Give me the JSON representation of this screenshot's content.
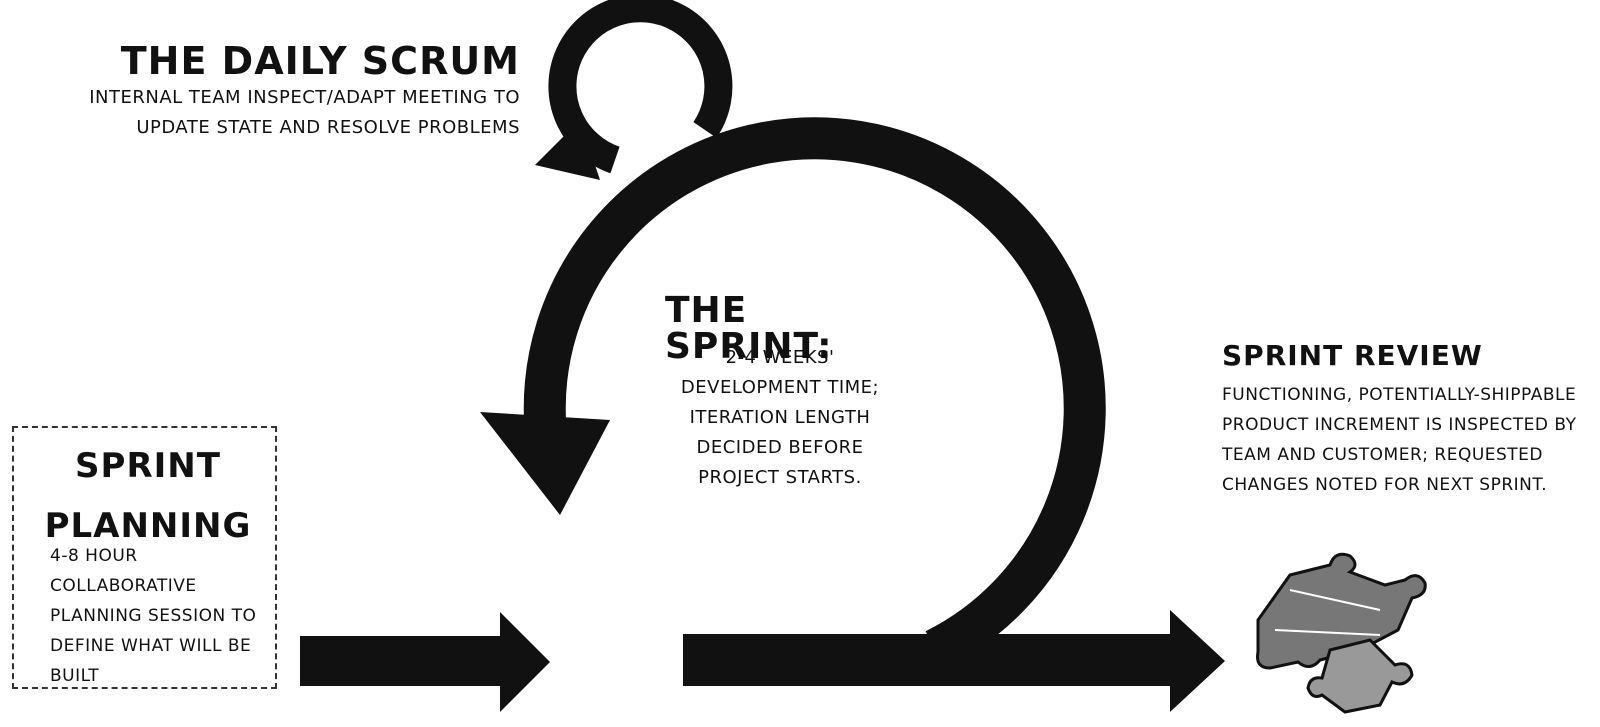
{
  "daily_scrum": {
    "title": "The Daily Scrum",
    "description": "Internal team inspect/adapt meeting to update state and resolve problems"
  },
  "sprint": {
    "title": "The Sprint:",
    "description": "2-4 weeks' development time; iteration length decided before project starts."
  },
  "sprint_review": {
    "title": "Sprint Review",
    "description": "Functioning, potentially-shippable product increment is inspected by team and customer; requested changes noted for next sprint."
  },
  "sprint_planning": {
    "title": "Sprint Planning",
    "description": "4-8 hour collaborative planning session to define what will be built"
  },
  "colors": {
    "ink": "#111111",
    "paper": "#ffffff"
  },
  "icons": {
    "review_icon": "puzzle-pieces-icon"
  }
}
